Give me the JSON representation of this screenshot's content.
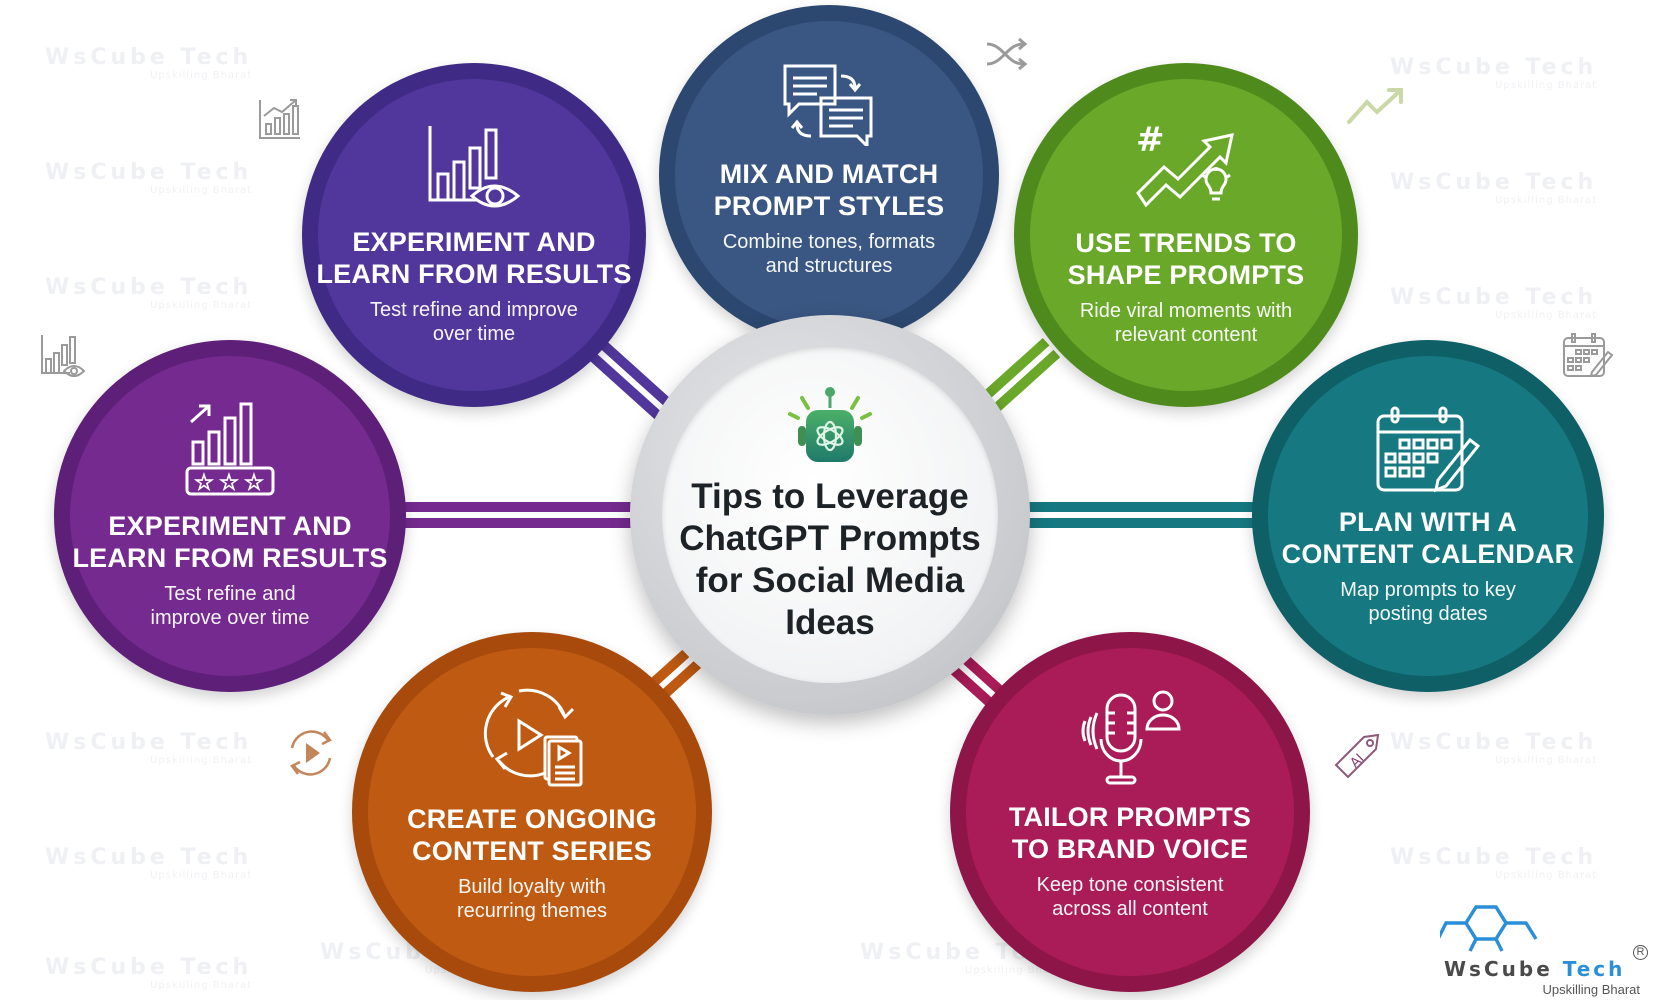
{
  "center": {
    "icon": "chatgpt-robot-icon",
    "title_lines": [
      "Tips to Leverage",
      "ChatGPT Prompts",
      "for Social Media",
      "Ideas"
    ]
  },
  "nodes": [
    {
      "id": "experiment-top",
      "icon": "bar-chart-eye-icon",
      "title_lines": [
        "EXPERIMENT AND",
        "LEARN FROM RESULTS"
      ],
      "desc_lines": [
        "Test refine and improve",
        "over time"
      ],
      "color_outer": "#3f2a86",
      "color_inner": "#51379c"
    },
    {
      "id": "mix-match",
      "icon": "chat-bubbles-swap-icon",
      "title_lines": [
        "MIX AND MATCH",
        "PROMPT STYLES"
      ],
      "desc_lines": [
        "Combine tones, formats",
        "and structures"
      ],
      "color_outer": "#2c4770",
      "color_inner": "#3a5783"
    },
    {
      "id": "use-trends",
      "icon": "trend-hashtag-bulb-icon",
      "title_lines": [
        "USE TRENDS TO",
        "SHAPE PROMPTS"
      ],
      "desc_lines": [
        "Ride viral moments with",
        "relevant content"
      ],
      "color_outer": "#4f8a1c",
      "color_inner": "#6aa82a"
    },
    {
      "id": "experiment-left",
      "icon": "bar-chart-stars-icon",
      "title_lines": [
        "EXPERIMENT AND",
        "LEARN FROM RESULTS"
      ],
      "desc_lines": [
        "Test refine and",
        "improve over time"
      ],
      "color_outer": "#5e1f78",
      "color_inner": "#742a8e"
    },
    {
      "id": "content-calendar",
      "icon": "calendar-pencil-icon",
      "title_lines": [
        "PLAN WITH A",
        "CONTENT CALENDAR"
      ],
      "desc_lines": [
        "Map prompts to key",
        "posting dates"
      ],
      "color_outer": "#0f5f66",
      "color_inner": "#167880"
    },
    {
      "id": "content-series",
      "icon": "cycle-video-icon",
      "title_lines": [
        "CREATE ONGOING",
        "CONTENT SERIES"
      ],
      "desc_lines": [
        "Build loyalty with",
        "recurring themes"
      ],
      "color_outer": "#a84a0c",
      "color_inner": "#bf5a12"
    },
    {
      "id": "brand-voice",
      "icon": "microphone-user-icon",
      "title_lines": [
        "TAILOR PROMPTS",
        "TO BRAND VOICE"
      ],
      "desc_lines": [
        "Keep tone consistent",
        "across all content"
      ],
      "color_outer": "#8e1547",
      "color_inner": "#a91c57"
    }
  ],
  "watermark": {
    "brand": "WsCube Tech",
    "tagline": "Upskilling Bharat"
  },
  "logo": {
    "brand_part1": "WsCube",
    "brand_part2": "Tech",
    "tagline": "Upskilling Bharat",
    "registered": "R",
    "hex_color": "#2a8fd6"
  },
  "decorations": [
    "chart-growth-icon",
    "shuffle-icon",
    "trend-arrow-icon",
    "bar-chart-eye-icon",
    "calendar-pencil-icon",
    "replay-icon",
    "ai-tag-icon"
  ],
  "ai_tag_text": "AI"
}
